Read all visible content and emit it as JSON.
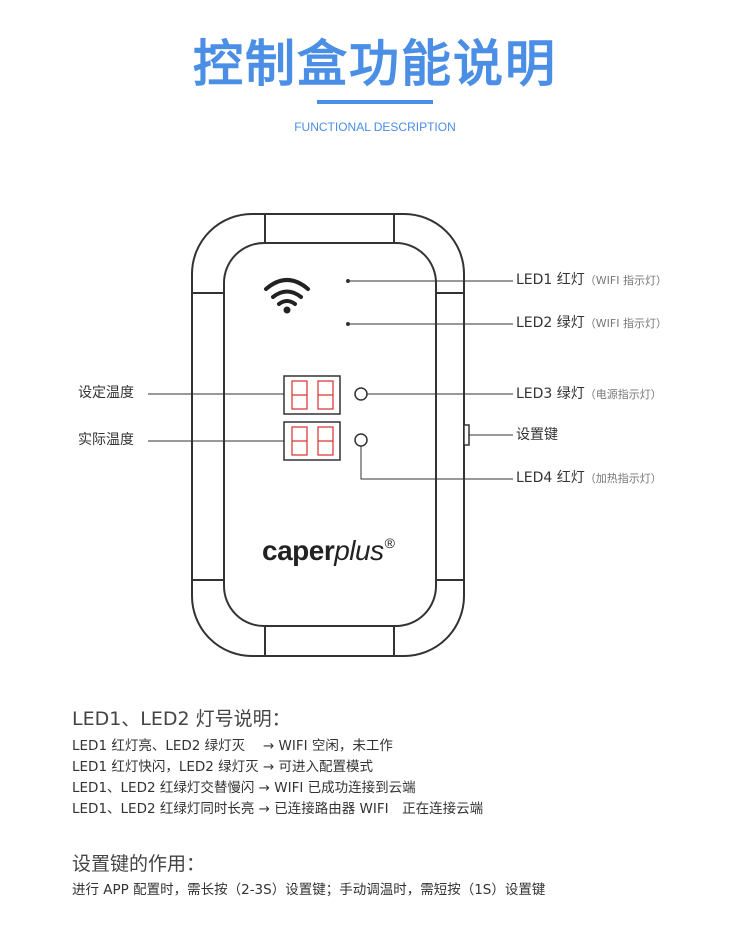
{
  "header": {
    "title": "控制盒功能说明",
    "subtitle": "FUNCTIONAL DESCRIPTION"
  },
  "colors": {
    "accent": "#4a8ee6",
    "display_red": "#d93030",
    "outline": "#333333"
  },
  "device": {
    "brand_main": "caper",
    "brand_sub": "plus",
    "brand_mark": "®",
    "icons": [
      "wifi-icon",
      "led-indicator",
      "seven-segment-display"
    ]
  },
  "labels": {
    "left": {
      "set_temp": "设定温度",
      "actual_temp": "实际温度"
    },
    "right": [
      {
        "main": "LED1 红灯",
        "paren": "（WIFI 指示灯）"
      },
      {
        "main": "LED2 绿灯",
        "paren": "（WIFI 指示灯）"
      },
      {
        "main": "LED3 绿灯",
        "paren": "（电源指示灯）"
      },
      {
        "main": "设置键",
        "paren": ""
      },
      {
        "main": "LED4 红灯",
        "paren": "（加热指示灯）"
      }
    ]
  },
  "led_section": {
    "title": "LED1、LED2 灯号说明：",
    "lines": [
      "LED1 红灯亮、LED2 绿灯灭　 → WIFI 空闲，未工作",
      "LED1 红灯快闪，LED2 绿灯灭 → 可进入配置模式",
      "LED1、LED2 红绿灯交替慢闪 → WIFI 已成功连接到云端",
      "LED1、LED2 红绿灯同时长亮 → 已连接路由器 WIFI　正在连接云端"
    ]
  },
  "key_section": {
    "title": "设置键的作用：",
    "text": "进行 APP 配置时，需长按（2-3S）设置键；手动调温时，需短按（1S）设置键"
  }
}
